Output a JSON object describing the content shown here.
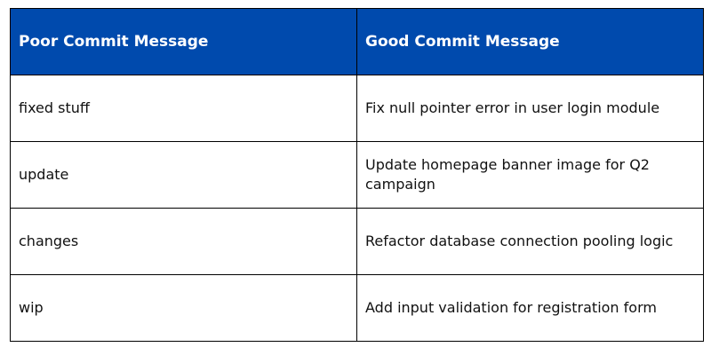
{
  "headers": [
    "Poor Commit Message",
    "Good Commit Message"
  ],
  "rows": [
    [
      "fixed stuff",
      "Fix null pointer error in user login module"
    ],
    [
      "update",
      "Update homepage banner image for Q2 campaign"
    ],
    [
      "changes",
      "Refactor database connection pooling logic"
    ],
    [
      "wip",
      "Add input validation for registration form"
    ]
  ],
  "colors": {
    "header_bg": "#004aad",
    "header_text": "#ffffff",
    "border": "#000000"
  }
}
